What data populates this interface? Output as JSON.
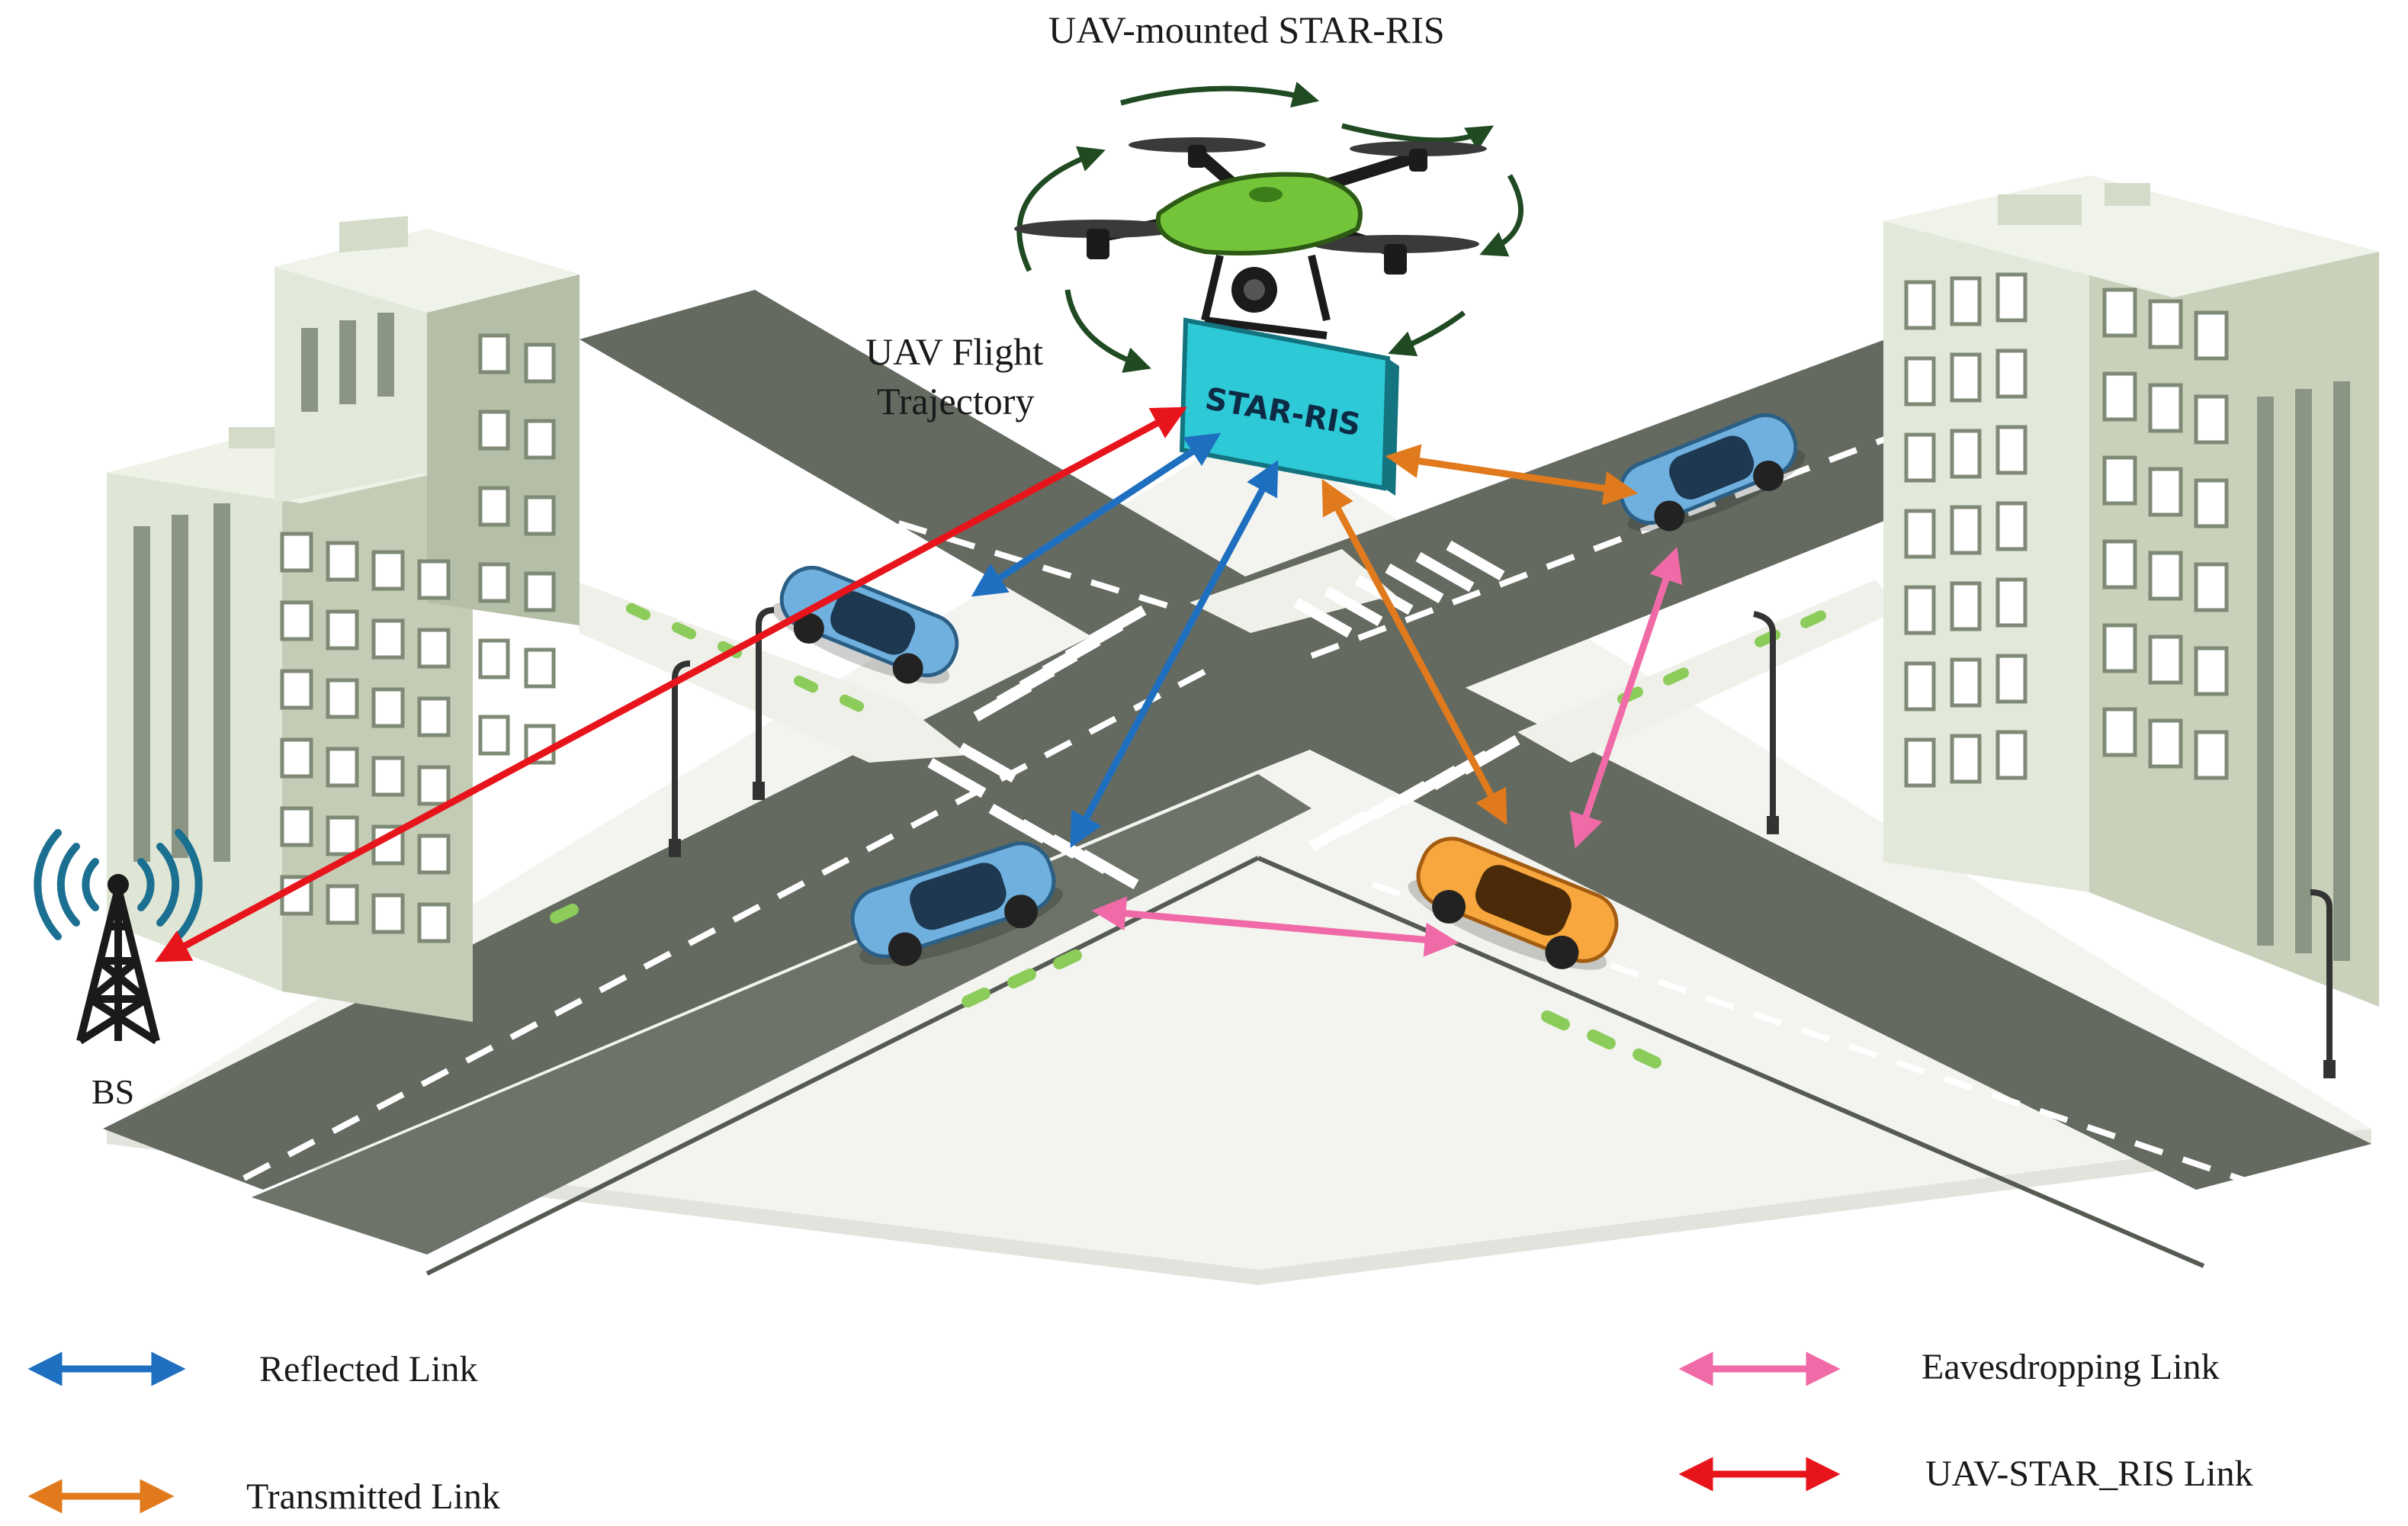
{
  "title": "UAV-mounted STAR-RIS",
  "trajectory_label_line1": "UAV Flight",
  "trajectory_label_line2": "Trajectory",
  "ris_panel_text": "STAR-RIS",
  "bs_label": "BS",
  "legend": [
    {
      "label": "Reflected Link",
      "color": "#1f6fc0"
    },
    {
      "label": "Transmitted Link",
      "color": "#e07a1c"
    },
    {
      "label": "Eavesdropping Link",
      "color": "#f06aa8"
    },
    {
      "label": "UAV-STAR_RIS Link",
      "color": "#e8141c"
    }
  ],
  "colors": {
    "road": "#646a60",
    "sidewalk": "#f2f2ee",
    "building_light": "#e4ebdc",
    "building_dark": "#b9c3ad",
    "drone": "#74c43a",
    "ris_panel": "#2ec9d6",
    "car_blue": "#6fb0de",
    "car_orange": "#f7a73d"
  }
}
